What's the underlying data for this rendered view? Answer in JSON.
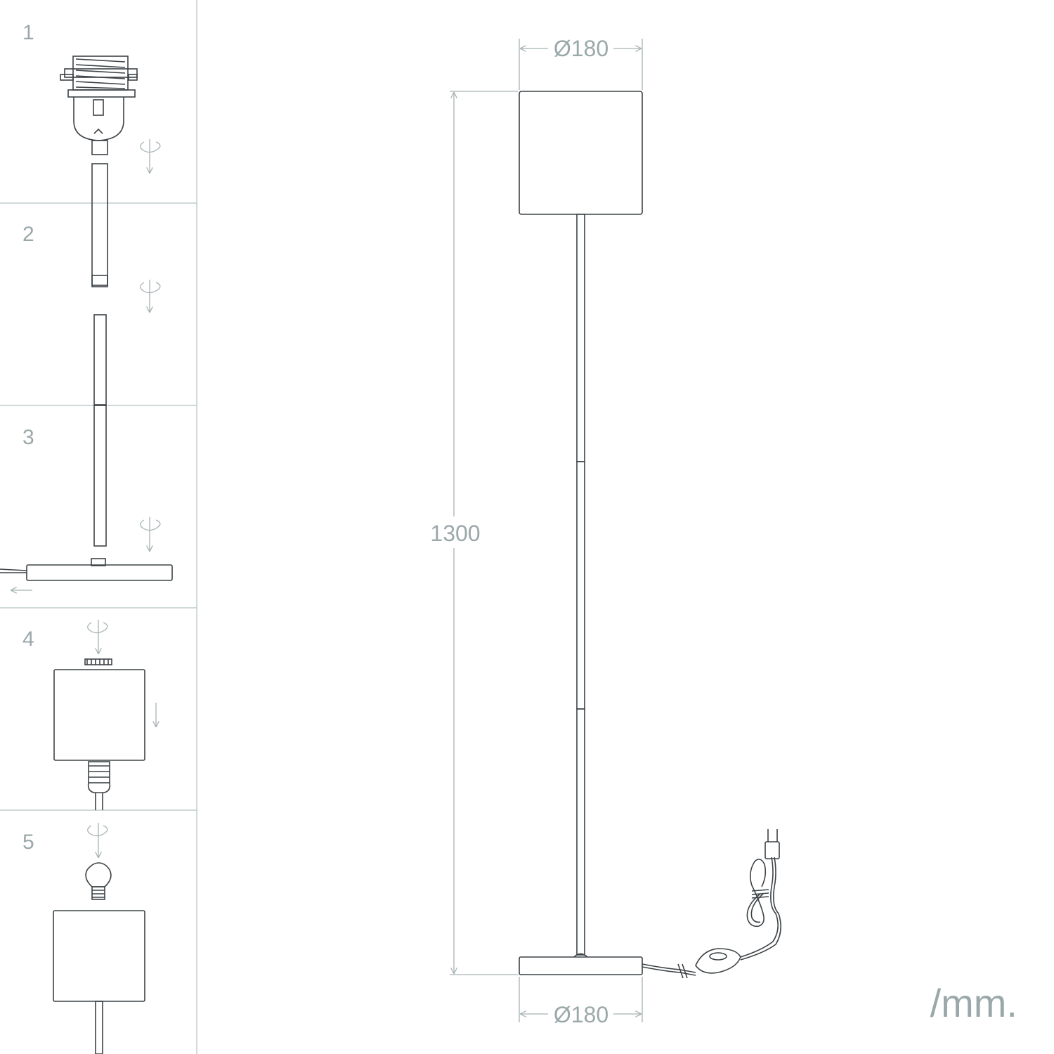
{
  "steps": [
    "1",
    "2",
    "3",
    "4",
    "5"
  ],
  "dimensions": {
    "top_diameter": "Ø180",
    "bottom_diameter": "Ø180",
    "height": "1300"
  },
  "unit": "/mm.",
  "colors": {
    "ink": "#3d4347",
    "dimension": "#a7b2b3",
    "label": "#9ba8a9",
    "divider": "#b5c2c3"
  }
}
